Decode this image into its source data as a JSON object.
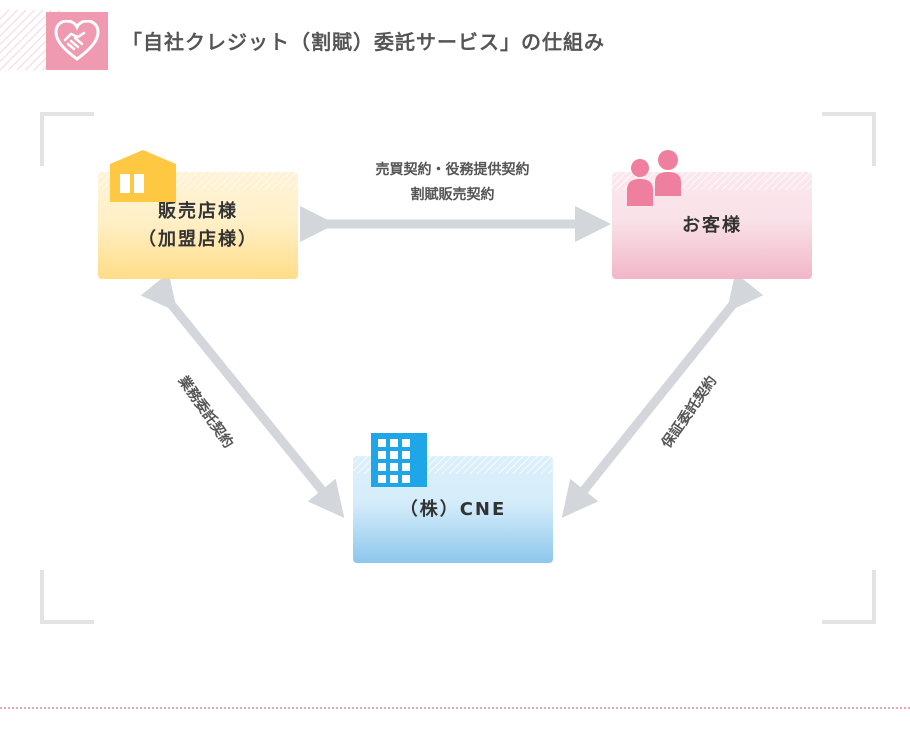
{
  "header": {
    "title": "「自社クレジット（割賦）委託サービス」の仕組み",
    "icon": "handshake-heart-icon",
    "accent_color": "#f09ab1"
  },
  "nodes": {
    "store": {
      "line1": "販売店様",
      "line2": "（加盟店様）",
      "icon": "store-icon",
      "color": "#ffc843"
    },
    "customer": {
      "label": "お客様",
      "icon": "people-icon",
      "color": "#ee7f9e"
    },
    "cne": {
      "label": "（株）CNE",
      "icon": "building-icon",
      "color": "#1ea6e8"
    }
  },
  "edges": {
    "store_customer": {
      "line1": "売買契約・役務提供契約",
      "line2": "割賦販売契約"
    },
    "store_cne": {
      "label": "業務委託契約"
    },
    "customer_cne": {
      "label": "保証委託契約"
    }
  }
}
